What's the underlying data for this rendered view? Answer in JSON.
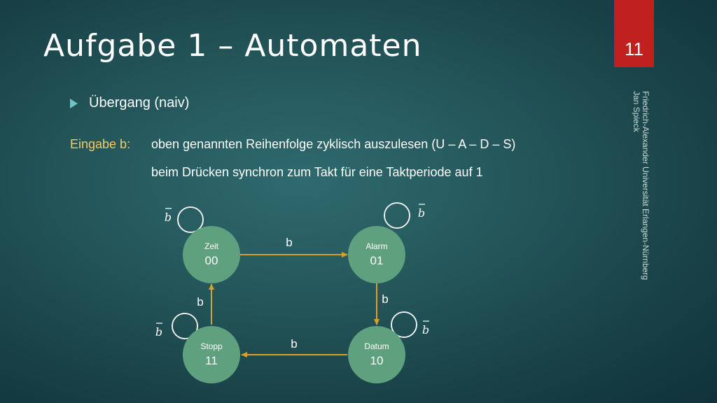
{
  "slide": {
    "title": "Aufgabe 1 – Automaten",
    "number": "11",
    "side_text_line1": "Friedrich-Alexander Universität Erlangen-Nürnberg",
    "side_text_line2": "Jan Spieck"
  },
  "content": {
    "bullet": "Übergang (naiv)",
    "input_label": "Eingabe b:",
    "line1": "oben genannten Reihenfolge zyklisch auszulesen (U – A – D – S)",
    "line2": "beim Drücken synchron zum Takt für eine Taktperiode auf 1"
  },
  "diagram": {
    "states": {
      "zeit": {
        "name": "Zeit",
        "code": "00"
      },
      "alarm": {
        "name": "Alarm",
        "code": "01"
      },
      "datum": {
        "name": "Datum",
        "code": "10"
      },
      "stopp": {
        "name": "Stopp",
        "code": "11"
      }
    },
    "transitions": {
      "zeit_alarm": "b",
      "alarm_datum": "b",
      "datum_stopp": "b",
      "stopp_zeit": "b"
    },
    "self_loop_label": "b",
    "colors": {
      "state_fill": "#5fa07e",
      "arrow": "#d9a02a",
      "loop": "#ffffff"
    }
  }
}
